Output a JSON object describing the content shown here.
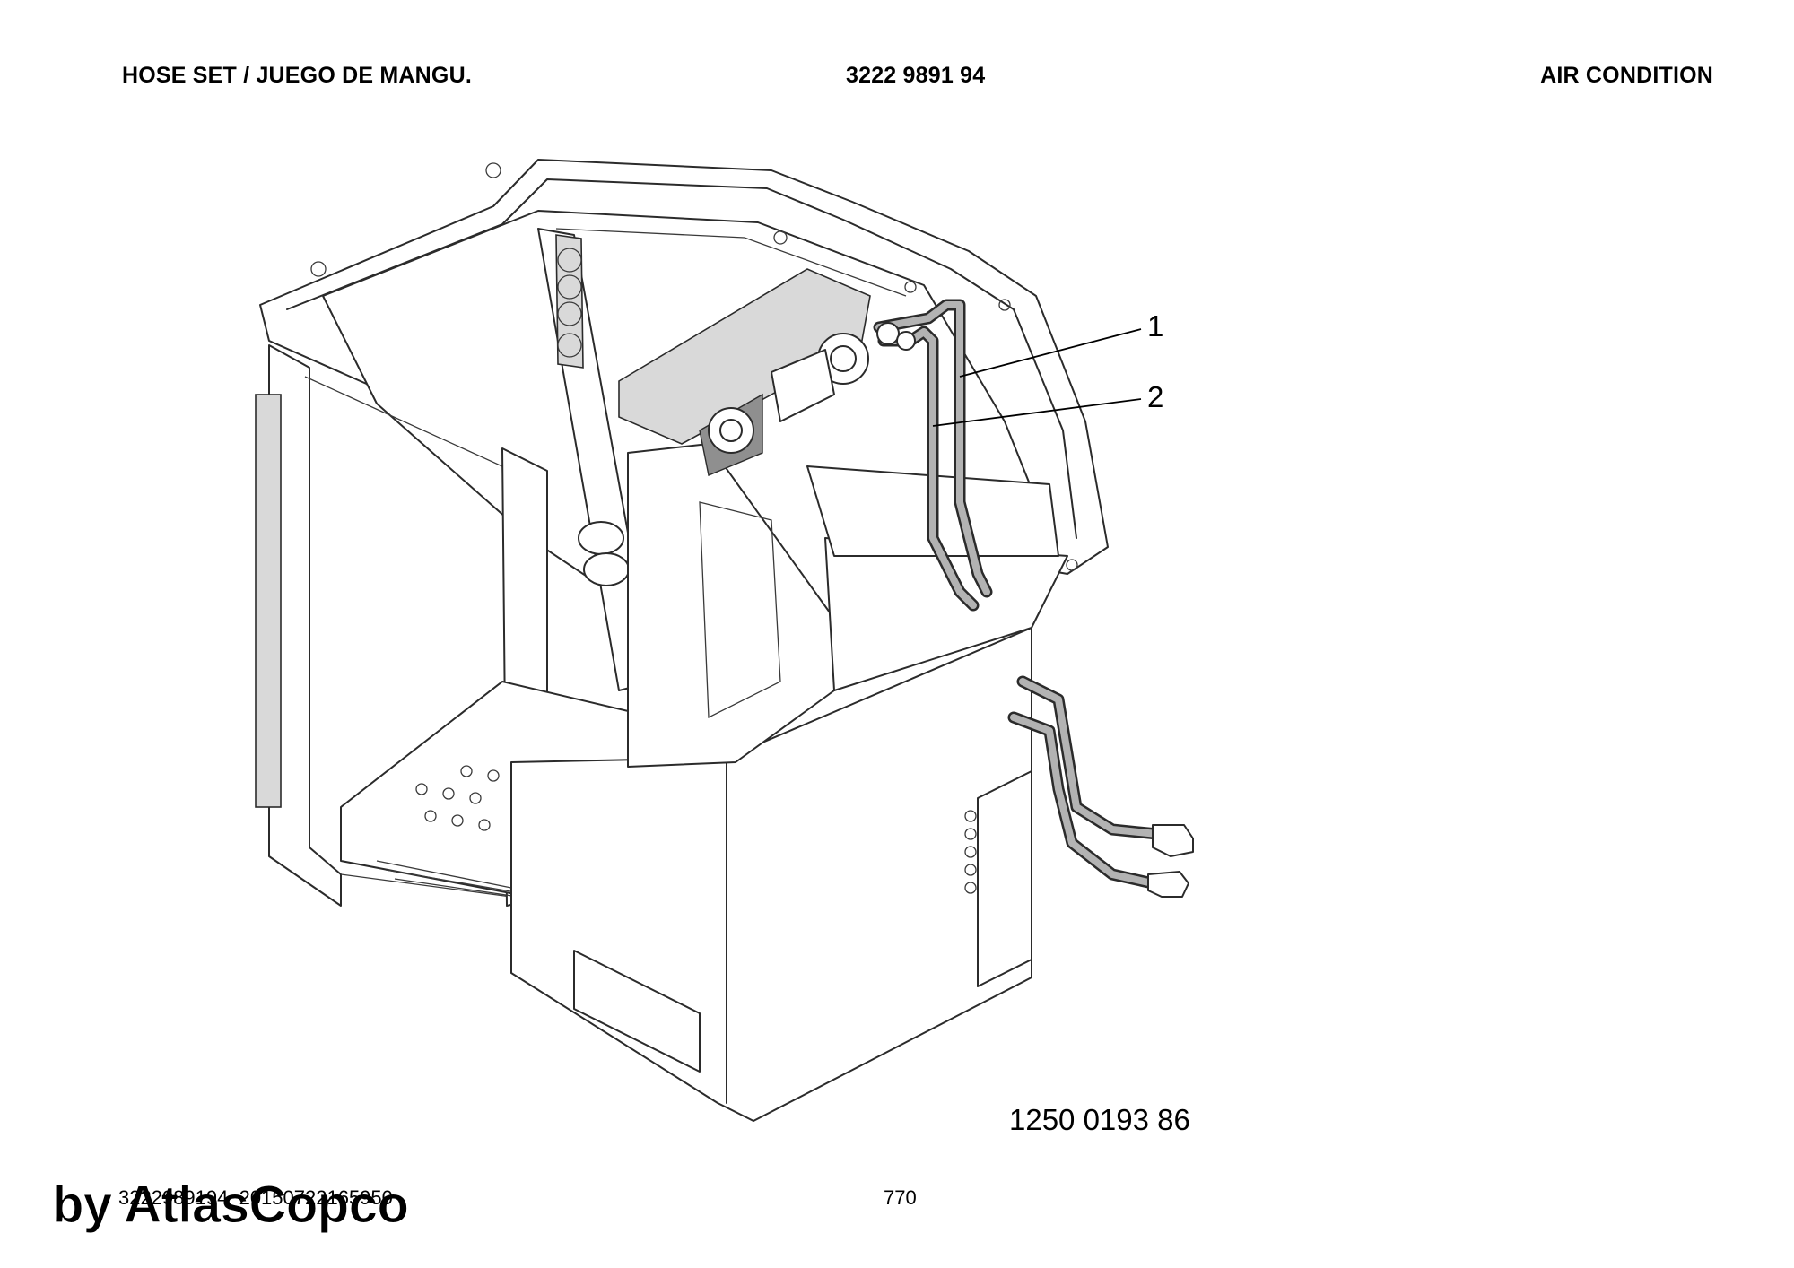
{
  "header": {
    "left": "HOSE SET / JUEGO DE MANGU.",
    "center": "3222 9891 94",
    "right": "AIR CONDITION"
  },
  "illustration": {
    "callouts": [
      "1",
      "2"
    ],
    "drawing_number": "1250 0193 86"
  },
  "footer": {
    "doc_id": "3222989194_20150722165950",
    "page_number": "770",
    "watermark": "by AtlasCopco"
  }
}
